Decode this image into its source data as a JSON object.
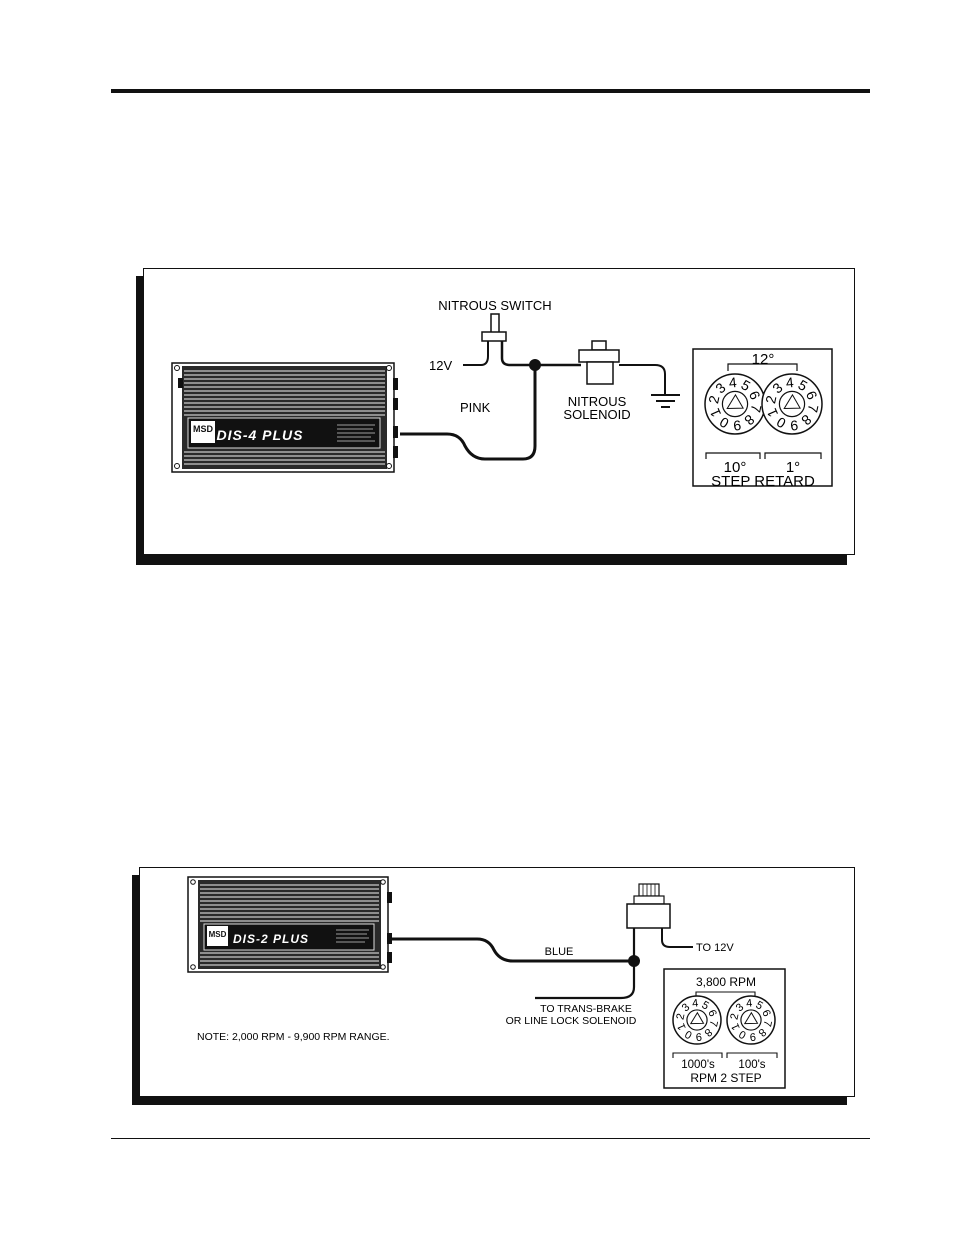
{
  "diagram1": {
    "switch_label": "NITROUS SWITCH",
    "voltage_label": "12V",
    "wire_label": "PINK",
    "solenoid_label_1": "NITROUS",
    "solenoid_label_2": "SOLENOID",
    "unit_brand": "MSD",
    "unit_model": "DIS-4 PLUS",
    "dial_total": "12°",
    "dial_left_label": "10°",
    "dial_right_label": "1°",
    "dial_caption": "STEP RETARD",
    "dial_digits": [
      "0",
      "1",
      "2",
      "3",
      "4",
      "5",
      "6",
      "7",
      "8",
      "9"
    ]
  },
  "diagram2": {
    "unit_brand": "MSD",
    "unit_model": "DIS-2 PLUS",
    "wire_label": "BLUE",
    "to12v_label": "TO 12V",
    "target_label_1": "TO TRANS-BRAKE",
    "target_label_2": "OR LINE LOCK SOLENOID",
    "note": "NOTE: 2,000 RPM - 9,900 RPM RANGE.",
    "dial_total": "3,800 RPM",
    "dial_left_label": "1000's",
    "dial_right_label": "100's",
    "dial_caption": "RPM 2 STEP"
  }
}
